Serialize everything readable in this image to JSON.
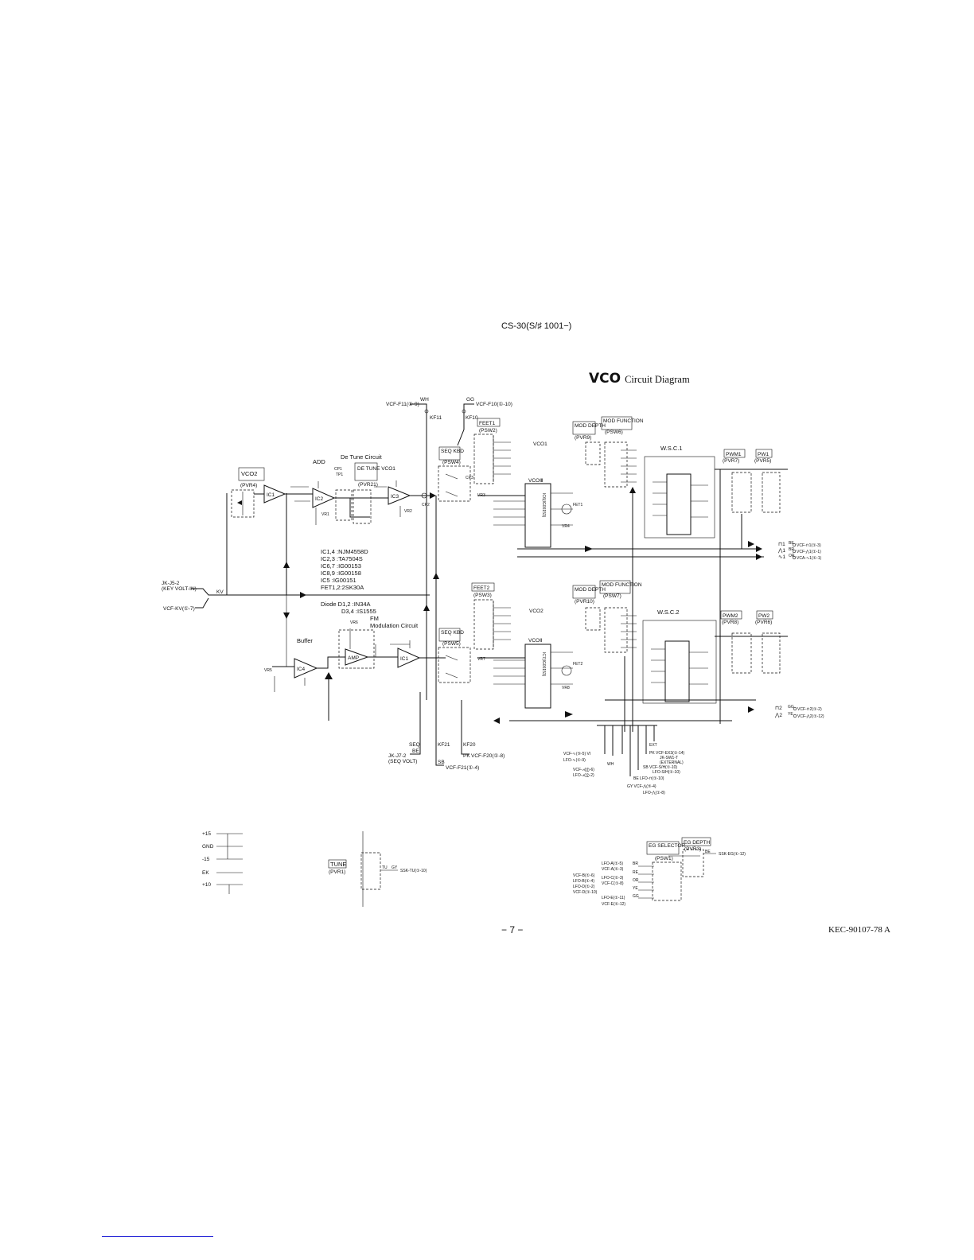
{
  "header": {
    "model": "CS-30(S/♯ 1001−)"
  },
  "title": {
    "main": "VCO",
    "sub": "Circuit Diagram"
  },
  "sections": {
    "detune": "De Tune Circuit",
    "add": "ADD",
    "buffer": "Buffer",
    "fm": "FM",
    "fm2": "Modulation Circuit",
    "vco1": "VCO1",
    "vco2": "VCO2",
    "wsc1": "W.S.C.1",
    "wsc2": "W.S.C.2"
  },
  "boxed_labels": [
    {
      "text": "VCO2",
      "sub": "(PVR4)"
    },
    {
      "text": "DE TUNE VCO1",
      "sub": "(PVR21)"
    },
    {
      "text": "SEQ KBD",
      "sub": "(PSW4)"
    },
    {
      "text": "FEET1",
      "sub": "(PSW2)"
    },
    {
      "text": "MOD DEPTH",
      "sub": "(PVR9)"
    },
    {
      "text": "MOD FUNCTION",
      "sub": "(PSW6)"
    },
    {
      "text": "PWM1",
      "sub": "(PVR7)"
    },
    {
      "text": "PW1",
      "sub": "(PVR5)"
    },
    {
      "text": "SEQ KBD",
      "sub": "(PSW5)"
    },
    {
      "text": "FEET2",
      "sub": "(PSW3)"
    },
    {
      "text": "MOD DEPTH",
      "sub": "(PVR10)"
    },
    {
      "text": "MOD FUNCTION",
      "sub": "(PSW7)"
    },
    {
      "text": "PWM2",
      "sub": "(PVR8)"
    },
    {
      "text": "PW2",
      "sub": "(PVR6)"
    },
    {
      "text": "TUNE",
      "sub": "(PVR1)"
    },
    {
      "text": "EG SELECTOR",
      "sub": "(PSW1)"
    },
    {
      "text": "EG DEPTH",
      "sub": "(PVR3)"
    }
  ],
  "ic_list": [
    "IC1,4 :NJM4558D",
    "IC2,3 :TA7504S",
    "IC6,7 :IG00153",
    "IC8,9 :IG00158",
    "IC5  :IG00151",
    "FET1,2:2SK30A",
    "Diode D1,2 :IN34A",
    "D3,4 :IS1555"
  ],
  "components": {
    "ic1": "IC1",
    "ic2": "IC2",
    "ic3": "IC3",
    "ic4": "IC4",
    "amp": "AMP",
    "ic1b": "IC1",
    "vco1chip": "VCOⅢ",
    "vco2chip": "VCOⅡ",
    "ic6": "IC6(IG00153)",
    "ic7": "IC7(IG00153)",
    "fet1": "FET1",
    "fet2": "FET2",
    "cp1": "CP1",
    "cp2": "CP2",
    "cp3": "CP3",
    "vr1": "VR1",
    "vr2": "VR2",
    "vr3": "VR3",
    "vr4": "VR4",
    "vr5": "VR5",
    "vr6": "VR6",
    "vr7": "VR7",
    "vr8": "VR8",
    "tp": "TP1"
  },
  "connectors_left": [
    "JK-J5-2",
    "(KEY VOLT-IN)",
    "VCF-KV(①-7)",
    "KV"
  ],
  "connectors_top": [
    "VCF-F11(①-9)",
    "WH",
    "KF11",
    "GG",
    "VCF-F10(①-10)",
    "KF10"
  ],
  "outputs_vco1": [
    {
      "wave": "⊓1",
      "color": "BE",
      "dest": "VCF-⊓1(①-3)"
    },
    {
      "wave": "⋀1",
      "color": "BR",
      "dest": "VCF-⋀1(①-1)"
    },
    {
      "wave": "∿1",
      "color": "OR",
      "dest": "VCA-∿1(①-1)"
    }
  ],
  "outputs_vco2": [
    {
      "wave": "⊓2",
      "color": "GG",
      "dest": "VCF-⊓2(①-2)"
    },
    {
      "wave": "⋀2",
      "color": "YE",
      "dest": "VCF-⋀2(①-12)"
    }
  ],
  "bottom_connectors": [
    "SEQ",
    "BE",
    "JK-J7-2",
    "(SEQ VOLT)",
    "KF21",
    "KF20",
    "PK",
    "VCF-F20(①-8)",
    "SB",
    "VCF-F21(①-4)"
  ],
  "mod_sources": [
    "VCF-∿(⑤-5) VI",
    "LFO-∿(①-9)",
    "WH",
    "VCF-⩘(⑤-6)",
    "LFO-⩘(①-2)",
    "EXT",
    "PK  VCF-EX3(①-14)",
    "JK-SW1-T",
    "(EXTERNAL)",
    "SB  VCF-S/H(①-10)",
    "LFO-S/H(①-10)",
    "BE  LFO-⊓(①-10)",
    "GY  VCF-⋀(⑤-4)",
    "LFO-⋀(①-8)"
  ],
  "power": [
    "+15",
    "GND",
    "-15",
    "EK",
    "+10"
  ],
  "tune_out": {
    "color1": "TU",
    "color2": "GY",
    "dest": "SSK-TU(①-10)"
  },
  "eg": {
    "inputs": [
      "LFO-A(①-5)",
      "VCF-A(①-3)",
      "VCF-B(①-6)",
      "LFO-B(①-4)",
      "LFO-C(①-3)",
      "VCF-C(①-8)",
      "LFO-D(①-2)",
      "VCF-D(①-10)",
      "LFO-E(①-11)",
      "VCF-E(①-12)"
    ],
    "colors": [
      "BR",
      "RE",
      "OR",
      "YE",
      "GG"
    ],
    "out_color": "BE",
    "dest": "SSK-EG(①-12)"
  },
  "footer": {
    "page": "− 7 −",
    "code": "KEC-90107-78 A"
  }
}
